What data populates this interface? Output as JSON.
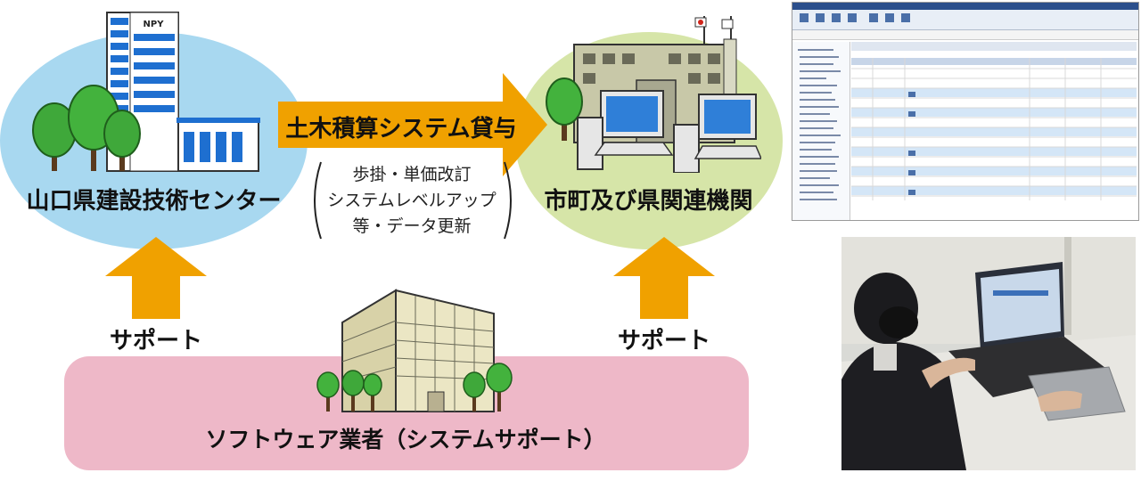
{
  "left_org": {
    "label": "山口県建設技術センター",
    "building_sign": "NPY"
  },
  "right_org": {
    "label": "市町及び県関連機関"
  },
  "lending_arrow": {
    "label": "土木積算システム貸与"
  },
  "updates": {
    "lines": [
      "歩掛・単価改訂",
      "システムレベルアップ",
      "等・データ更新"
    ]
  },
  "support_left": {
    "label": "サポート"
  },
  "support_right": {
    "label": "サポート"
  },
  "vendor": {
    "label": "ソフトウェア業者（システムサポート）"
  },
  "colors": {
    "left_ellipse": "#a8d8f0",
    "right_ellipse": "#d6e5a8",
    "vendor_box": "#eeb8c8",
    "arrow": "#f0a100"
  },
  "icons": {
    "screenshot": "software-screenshot-image",
    "photo": "person-using-laptop-photo",
    "building_left": "office-building-icon",
    "building_right": "city-hall-icon",
    "vendor_building": "vendor-building-icon"
  }
}
